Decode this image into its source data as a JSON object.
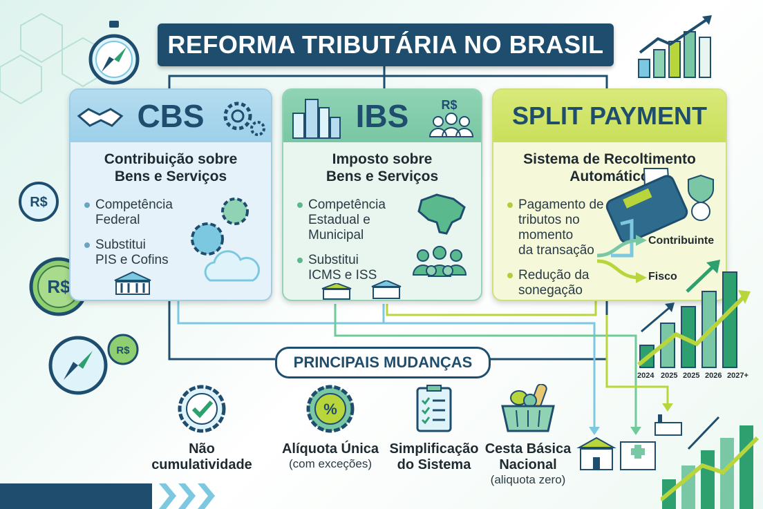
{
  "title": "REFORMA TRIBUTÁRIA NO BRASIL",
  "cards": {
    "cbs": {
      "heading": "CBS",
      "subtitle_line1": "Contribuição sobre",
      "subtitle_line2": "Bens e Serviços",
      "bullets": [
        {
          "line1": "Competência",
          "line2": "Federal",
          "line3": ""
        },
        {
          "line1": "Substitui",
          "line2": "PIS e Cofins",
          "line3": ""
        }
      ]
    },
    "ibs": {
      "heading": "IBS",
      "subtitle_line1": "Imposto sobre",
      "subtitle_line2": "Bens e Serviços",
      "bullets": [
        {
          "line1": "Competência",
          "line2": "Estadual e",
          "line3": "Municipal"
        },
        {
          "line1": "Substitui",
          "line2": "ICMS e ISS",
          "line3": ""
        }
      ]
    },
    "split": {
      "heading": "SPLIT PAYMENT",
      "subtitle_line1": "Sistema de Recoltimento",
      "subtitle_line2": "Automático",
      "bullets": [
        {
          "line1": "Pagamento de",
          "line2": "tributos no",
          "line3": "momento",
          "line4": "da transação"
        },
        {
          "line1": "Redução da",
          "line2": "sonegação",
          "line3": "",
          "line4": ""
        }
      ],
      "flow_to_1": "Contribuinte",
      "flow_to_2": "Fisco"
    }
  },
  "currency_symbol": "R$",
  "section_label": "PRINCIPAIS MUDANÇAS",
  "changes": [
    {
      "label1": "Não cumulatividade",
      "label2": "",
      "note": ""
    },
    {
      "label1": "Alíquota Única",
      "label2": "",
      "note": "(com exceções)"
    },
    {
      "label1": "Simplificação",
      "label2": "do Sistema",
      "note": ""
    },
    {
      "label1": "Cesta Básica",
      "label2": "Nacional",
      "note": "(aliquota zero)"
    }
  ],
  "percent_symbol": "%",
  "chart_years": [
    "2024",
    "2025",
    "2025",
    "2026",
    "2027+"
  ],
  "colors": {
    "navy": "#1e4d6e",
    "cbs": "#9cd0ea",
    "ibs": "#79c7a4",
    "split": "#c9df59"
  }
}
